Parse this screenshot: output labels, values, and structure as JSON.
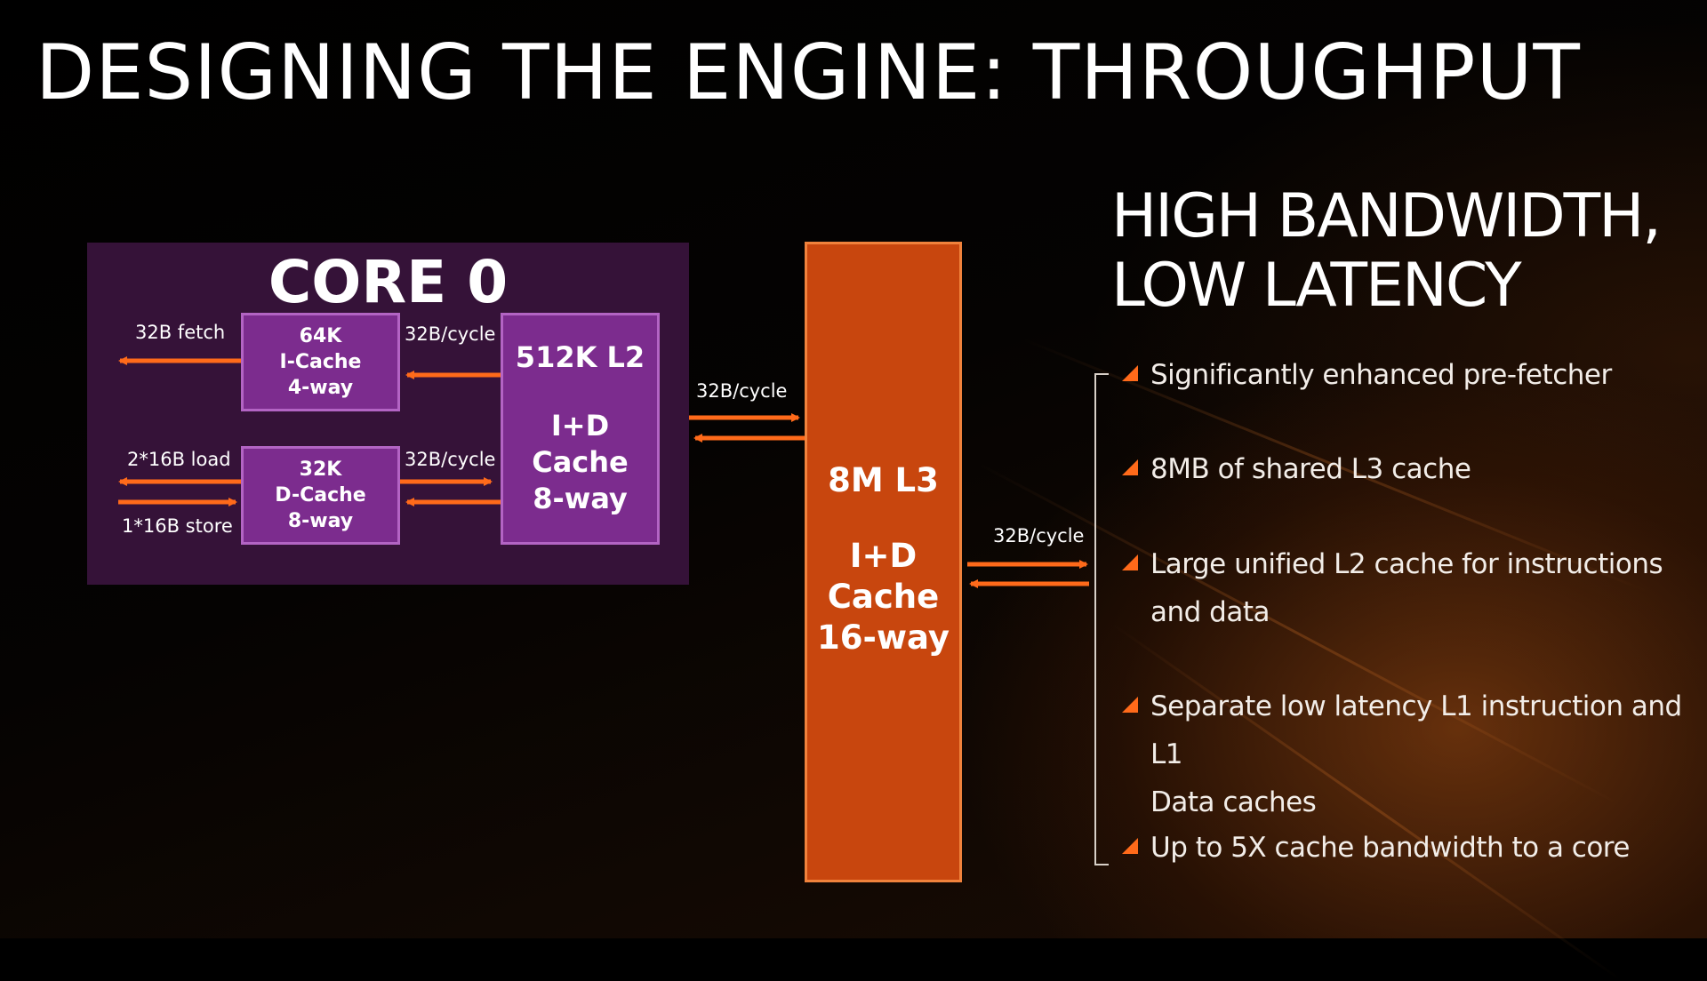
{
  "slide": {
    "title": "DESIGNING THE ENGINE: THROUGHPUT",
    "subtitle_line1": "HIGH BANDWIDTH,",
    "subtitle_line2": "LOW LATENCY"
  },
  "core": {
    "title": "CORE 0",
    "icache": {
      "line1": "64K",
      "line2": "I-Cache",
      "line3": "4-way"
    },
    "dcache": {
      "line1": "32K",
      "line2": "D-Cache",
      "line3": "8-way"
    },
    "l2": {
      "line1": "512K L2",
      "line2": "I+D",
      "line3": "Cache",
      "line4": "8-way"
    },
    "labels": {
      "fetch": "32B fetch",
      "icache_to_l2": "32B/cycle",
      "load": "2*16B load",
      "store": "1*16B store",
      "dcache_to_l2": "32B/cycle"
    }
  },
  "l3": {
    "line1": "8M L3",
    "line2": "I+D",
    "line3": "Cache",
    "line4": "16-way",
    "l2_link_label": "32B/cycle",
    "out_link_label": "32B/cycle"
  },
  "bullets": [
    {
      "lines": [
        "Significantly enhanced pre-fetcher"
      ]
    },
    {
      "lines": [
        "8MB of shared L3 cache"
      ]
    },
    {
      "lines": [
        "Large unified L2 cache for instructions",
        "and data"
      ]
    },
    {
      "lines": [
        "Separate low latency  L1 instruction and L1",
        "Data caches"
      ]
    },
    {
      "lines": [
        "Up to 5X cache bandwidth to a core"
      ]
    }
  ],
  "colors": {
    "accent_orange": "#ff6a1a",
    "l3_fill": "#c8460e",
    "core_panel": "#351238",
    "purple_box": "#7c2c8e"
  }
}
